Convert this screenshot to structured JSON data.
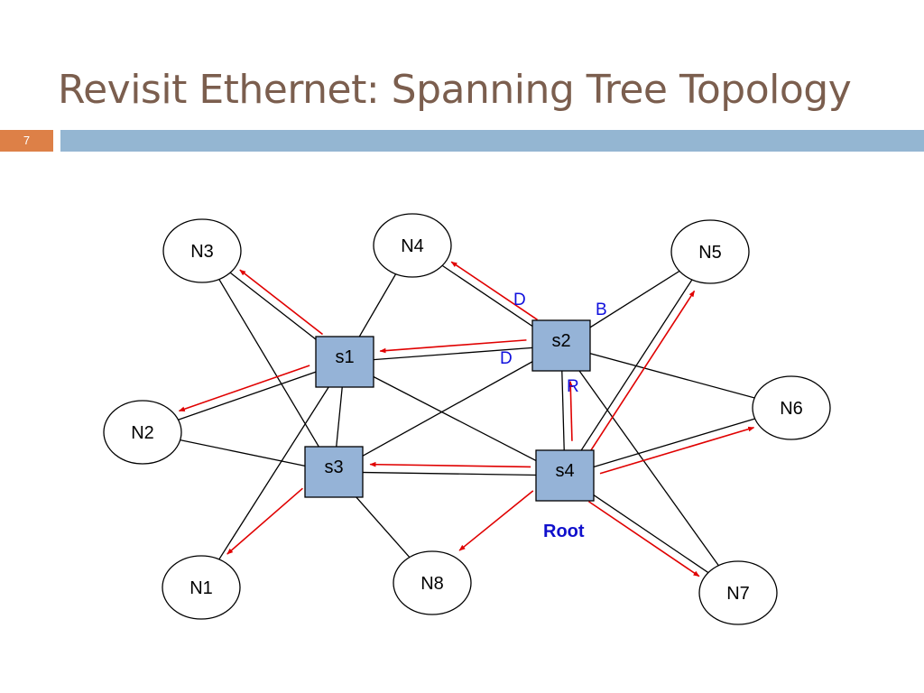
{
  "slide": {
    "title": "Revisit Ethernet: Spanning Tree Topology",
    "number": "7",
    "accent_color": "#dd8047",
    "bar_color": "#94b6d2",
    "title_color": "#7b5e4e"
  },
  "diagram": {
    "link_color": "#000000",
    "arrow_color": "#e00000",
    "switch_fill": "#95b3d7",
    "hosts": [
      {
        "id": "N3",
        "label": "N3"
      },
      {
        "id": "N4",
        "label": "N4"
      },
      {
        "id": "N5",
        "label": "N5"
      },
      {
        "id": "N2",
        "label": "N2"
      },
      {
        "id": "N6",
        "label": "N6"
      },
      {
        "id": "N1",
        "label": "N1"
      },
      {
        "id": "N8",
        "label": "N8"
      },
      {
        "id": "N7",
        "label": "N7"
      }
    ],
    "switches": [
      {
        "id": "s1",
        "label": "s1"
      },
      {
        "id": "s2",
        "label": "s2"
      },
      {
        "id": "s3",
        "label": "s3"
      },
      {
        "id": "s4",
        "label": "s4"
      }
    ],
    "links": [
      [
        "N3",
        "s1"
      ],
      [
        "N4",
        "s1"
      ],
      [
        "N2",
        "s1"
      ],
      [
        "s1",
        "s2"
      ],
      [
        "s1",
        "s3"
      ],
      [
        "s1",
        "s4"
      ],
      [
        "N1",
        "s1"
      ],
      [
        "N3",
        "s3"
      ],
      [
        "N2",
        "s3"
      ],
      [
        "N8",
        "s3"
      ],
      [
        "s3",
        "s4"
      ],
      [
        "s3",
        "s2"
      ],
      [
        "N4",
        "s2"
      ],
      [
        "N5",
        "s2"
      ],
      [
        "N6",
        "s2"
      ],
      [
        "N7",
        "s2"
      ],
      [
        "s2",
        "s4"
      ],
      [
        "N5",
        "s4"
      ],
      [
        "N6",
        "s4"
      ],
      [
        "N7",
        "s4"
      ]
    ],
    "arrows": [
      {
        "from": "s1",
        "to": "N3"
      },
      {
        "from": "s1",
        "to": "N2"
      },
      {
        "from": "s2",
        "to": "N4"
      },
      {
        "from": "s2",
        "to": "s1"
      },
      {
        "from": "s4",
        "to": "s2"
      },
      {
        "from": "s4",
        "to": "s3"
      },
      {
        "from": "s4",
        "to": "N5"
      },
      {
        "from": "s4",
        "to": "N6"
      },
      {
        "from": "s4",
        "to": "N7"
      },
      {
        "from": "s4",
        "to": "N8"
      },
      {
        "from": "s3",
        "to": "N1"
      }
    ],
    "port_labels": [
      {
        "id": "d-n4",
        "text": "D"
      },
      {
        "id": "b-n5",
        "text": "B"
      },
      {
        "id": "d-s1",
        "text": "D"
      },
      {
        "id": "r-s4",
        "text": "R"
      }
    ],
    "root_label": "Root"
  }
}
